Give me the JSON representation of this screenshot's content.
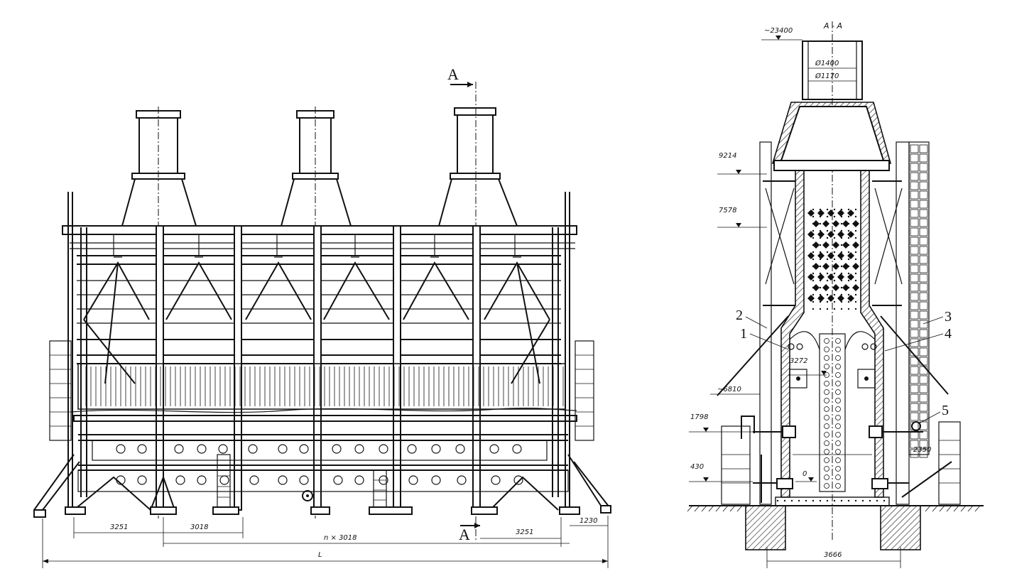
{
  "front_view": {
    "section_mark_top": "A",
    "section_mark_bottom": "A",
    "dimensions": {
      "d1": "3251",
      "d2": "3018",
      "d3": "n × 3018",
      "d4": "3251",
      "d5": "1230",
      "total": "L"
    }
  },
  "section_view": {
    "title": "A - A",
    "elevations": {
      "top": "~23400",
      "e1": "9214",
      "e2": "7578",
      "e3": "~6810",
      "e4": "3272",
      "e5": "1798",
      "e6": "430",
      "e7": "0"
    },
    "dimensions": {
      "outer_diameter": "Ø1400",
      "inner_diameter": "Ø1170",
      "width": "2350",
      "base": "3666"
    },
    "callouts": [
      "1",
      "2",
      "3",
      "4",
      "5"
    ]
  }
}
